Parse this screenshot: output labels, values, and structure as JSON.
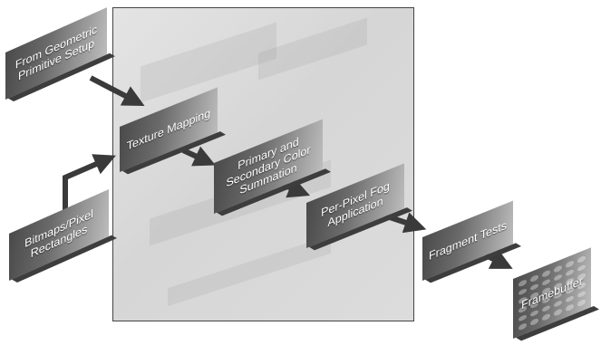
{
  "diagram": {
    "blocks": {
      "geometric_setup": "From Geometric Primitive Setup",
      "bitmaps": "Bitmaps/Pixel Rectangles",
      "texture_mapping": "Texture Mapping",
      "color_summation": "Primary and Secondary Color Summation",
      "fog": "Per-Pixel Fog Application",
      "fragment_tests": "Fragment Tests",
      "framebuffer": "Framebuffer"
    }
  }
}
